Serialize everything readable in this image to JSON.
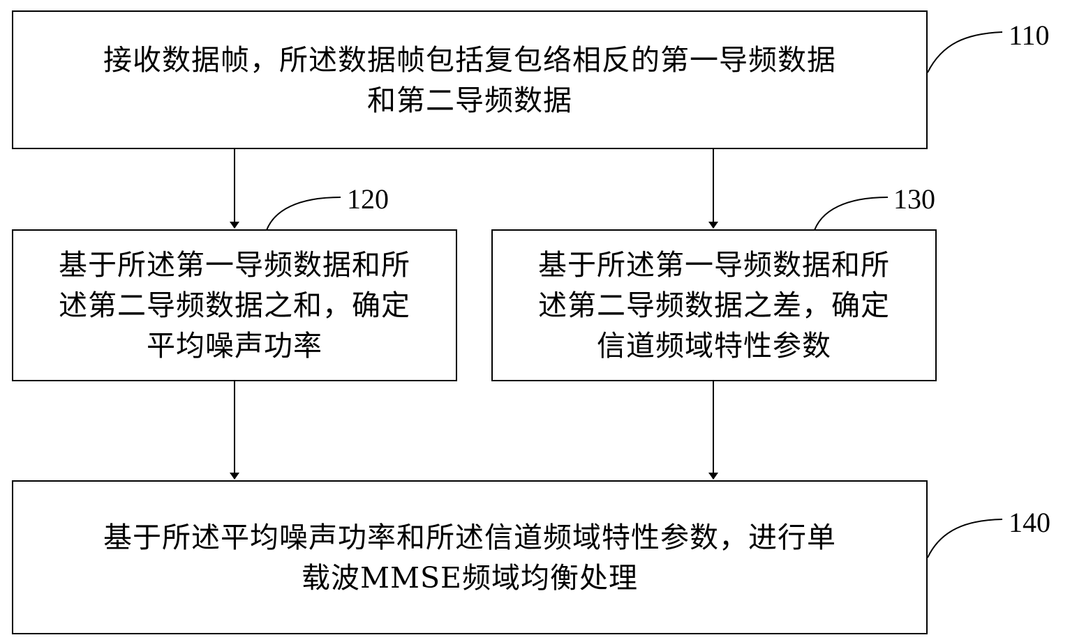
{
  "steps": {
    "s110": {
      "ref": "110",
      "text": "接收数据帧，所述数据帧包括复包络相反的第一导频数据\n和第二导频数据"
    },
    "s120": {
      "ref": "120",
      "text": "基于所述第一导频数据和所\n述第二导频数据之和，确定\n平均噪声功率"
    },
    "s130": {
      "ref": "130",
      "text": "基于所述第一导频数据和所\n述第二导频数据之差，确定\n信道频域特性参数"
    },
    "s140": {
      "ref": "140",
      "text": "基于所述平均噪声功率和所述信道频域特性参数，进行单\n载波MMSE频域均衡处理"
    }
  },
  "colors": {
    "stroke": "#000000",
    "background": "#ffffff"
  }
}
